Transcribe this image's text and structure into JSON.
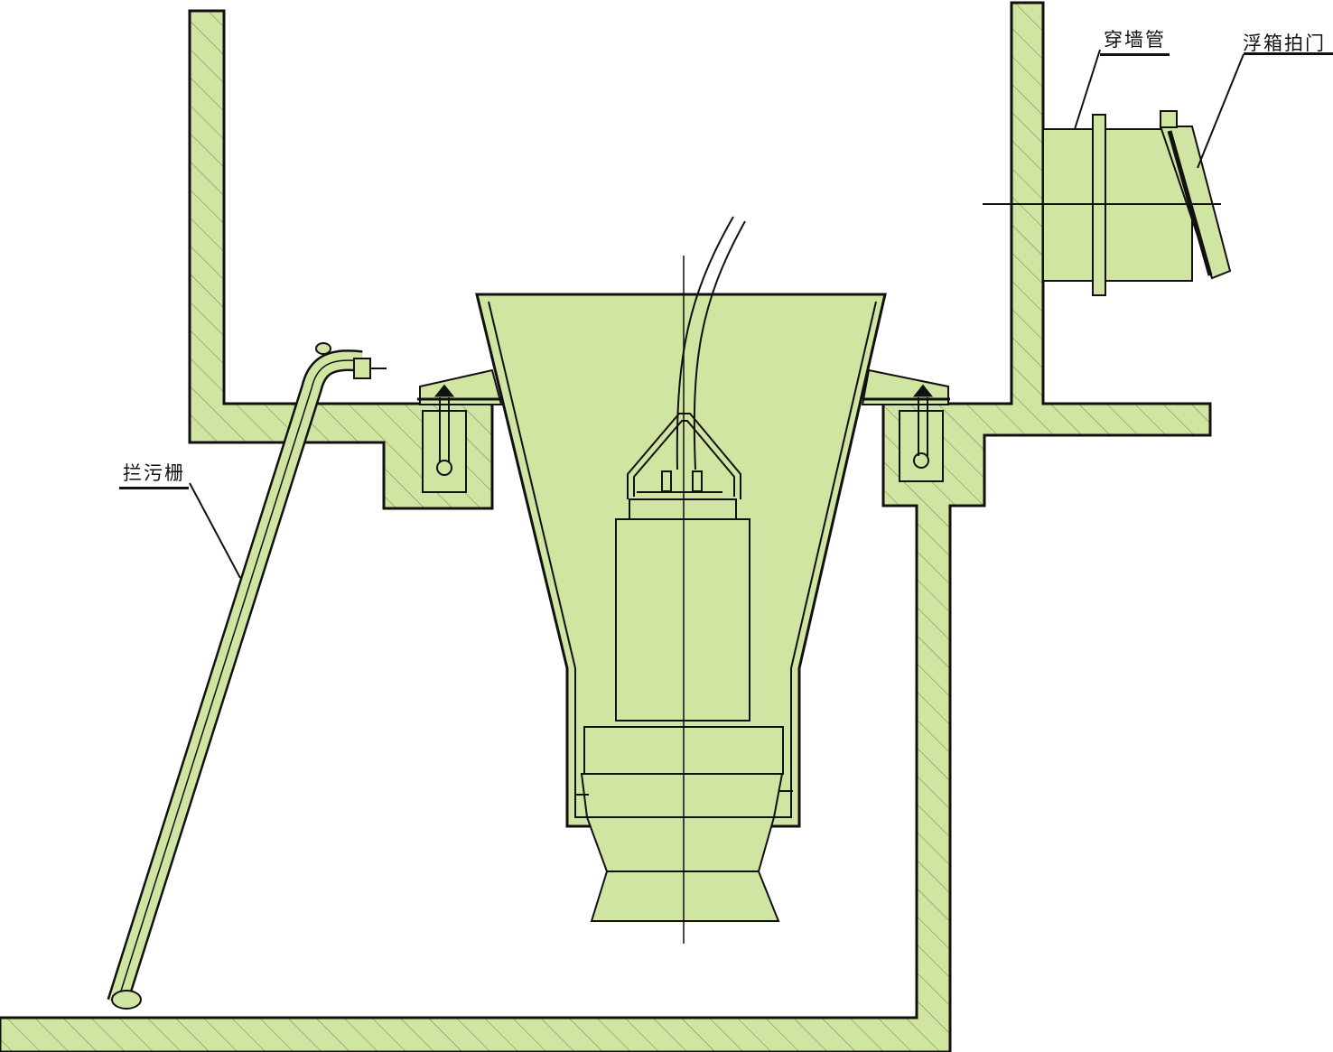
{
  "labels": {
    "wall_pipe": "穿墙管",
    "flap_gate": "浮箱拍门",
    "trash_rack": "拦污栅"
  },
  "colors": {
    "fill": "#d1e5a2",
    "line": "#111111",
    "background": "#ffffff"
  }
}
